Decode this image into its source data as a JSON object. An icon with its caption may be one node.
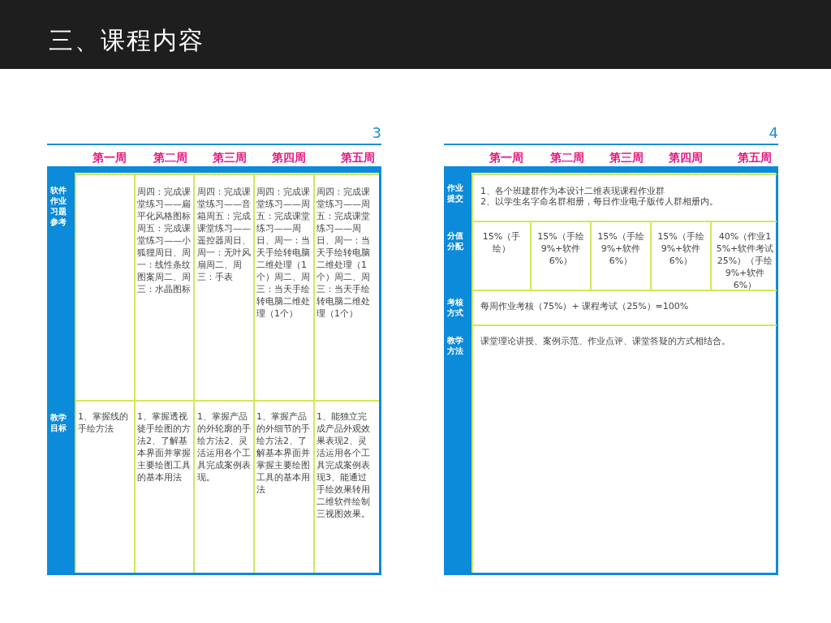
{
  "diagram": {
    "title": "三、课程内容",
    "labels": [
      "3",
      "第一周",
      "第二周",
      "第三周",
      "第四周",
      "第五周",
      "软件作业习题参考",
      "周四：完成课堂练习——扁平化风格图标周五：完成课堂练习——小狐狸周日、周一：线性条纹图案周二、周三：水晶图标",
      "周四：完成课堂练习——音箱周五：完成课堂练习——遥控器周日、周一：无叶风扇周二、周三：手表",
      "周四：完成课堂练习——周五：完成课堂练习——周日、周一：当天手绘转电脑二维处理（1个）周二、周三：当天手绘转电脑二维处理（1个）",
      "周四：完成课堂练习——周五：完成课堂练习——周日、周一：当天手绘转电脑二维处理（1个）周二、周三：当天手绘转电脑二维处理（1个）",
      "教学目标",
      "1、掌握线的手绘方法",
      "1、掌握透视徒手绘图的方法2、了解基本界面并掌握主要绘图工具的基本用法",
      "1、掌握产品的外轮廓的手绘方法2、灵活运用各个工具完成案例表现。",
      "1、掌握产品的外细节的手绘方法2、了解基本界面并掌握主要绘图工具的基本用法",
      "1、能独立完成产品外观效果表现2、灵活运用各个工具完成案例表现3、能通过手绘效果转用二维软件绘制三视图效果。",
      "4",
      "第一周",
      "第二周",
      "第三周",
      "第四周",
      "第五周",
      "作业提交",
      "1、各个班建群作为本设计二维表现课程作业群",
      "2、以学生名字命名群相册，每日作业电子版传人群相册内。",
      "分值分配",
      "15%（手绘）",
      "15%（手绘9%+软件6%）",
      "15%（手绘9%+软件6%）",
      "15%（手绘9%+软件6%）",
      "40%（作业15%+软件考试25%）（手绘9%+软件6%）",
      "考核方式",
      "每周作业考核（75%）+ 课程考试（25%）=100%",
      "教学方法",
      "课堂理论讲授、案例示范、作业点评、课堂答疑的方式相结合。"
    ]
  }
}
